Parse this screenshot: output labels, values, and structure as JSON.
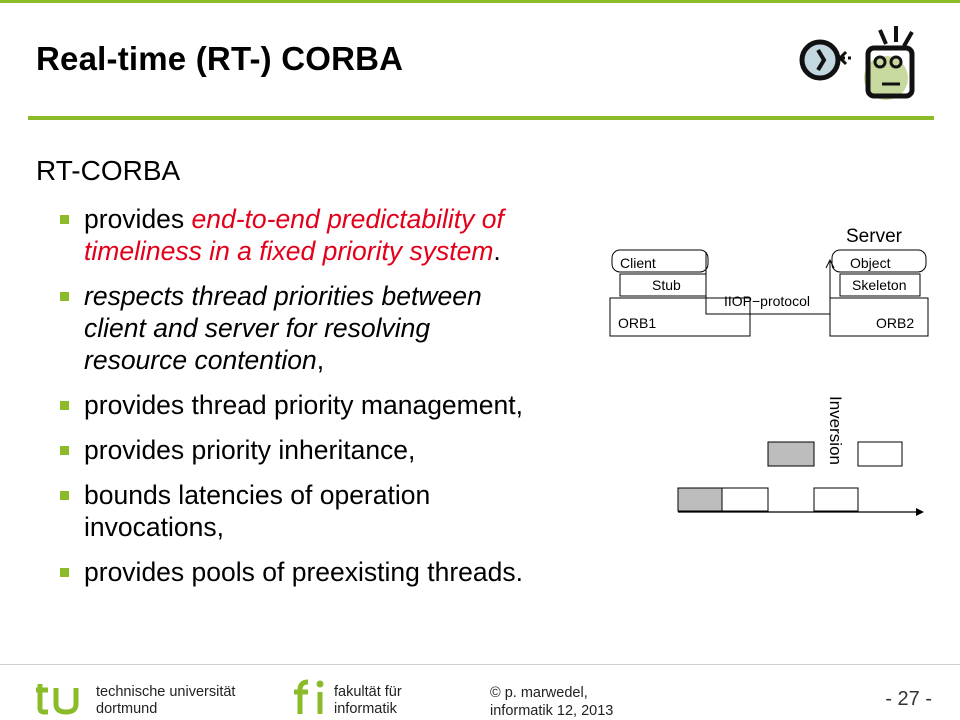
{
  "header": {
    "title": "Real-time (RT-) CORBA"
  },
  "content": {
    "subtitle": "RT-CORBA",
    "bullets": [
      {
        "prefix": "provides ",
        "emph": "end-to-end predictability of",
        "line2": "timeliness in a fixed priority system",
        "suffix": "."
      },
      {
        "emph1": "respects thread priorities between",
        "emph2": "client and server for resolving",
        "emph3": "resource contention",
        "suffix": ","
      },
      {
        "text": "provides thread priority management,"
      },
      {
        "text": "provides priority inheritance,"
      },
      {
        "line1": "bounds latencies of operation",
        "line2": "invocations,"
      },
      {
        "text": "provides pools of preexisting threads."
      }
    ]
  },
  "diagram": {
    "server_label": "Server",
    "client_label": "Client",
    "stub_label": "Stub",
    "orb1_label": "ORB1",
    "object_label": "Object",
    "skeleton_label": "Skeleton",
    "orb2_label": "ORB2",
    "protocol_label": "IIOP−protocol"
  },
  "schedule": {
    "inversion_label": "Inversion"
  },
  "footer": {
    "tu_line1": "technische universität",
    "tu_line2": "dortmund",
    "fi_line1": "fakultät für",
    "fi_line2": "informatik",
    "author_line1": "© p. marwedel,",
    "author_line2": "informatik 12,  2013",
    "page_number": "- 27 -"
  },
  "colors": {
    "accent": "#8cbb2a",
    "emphasis": "#e3001b"
  }
}
